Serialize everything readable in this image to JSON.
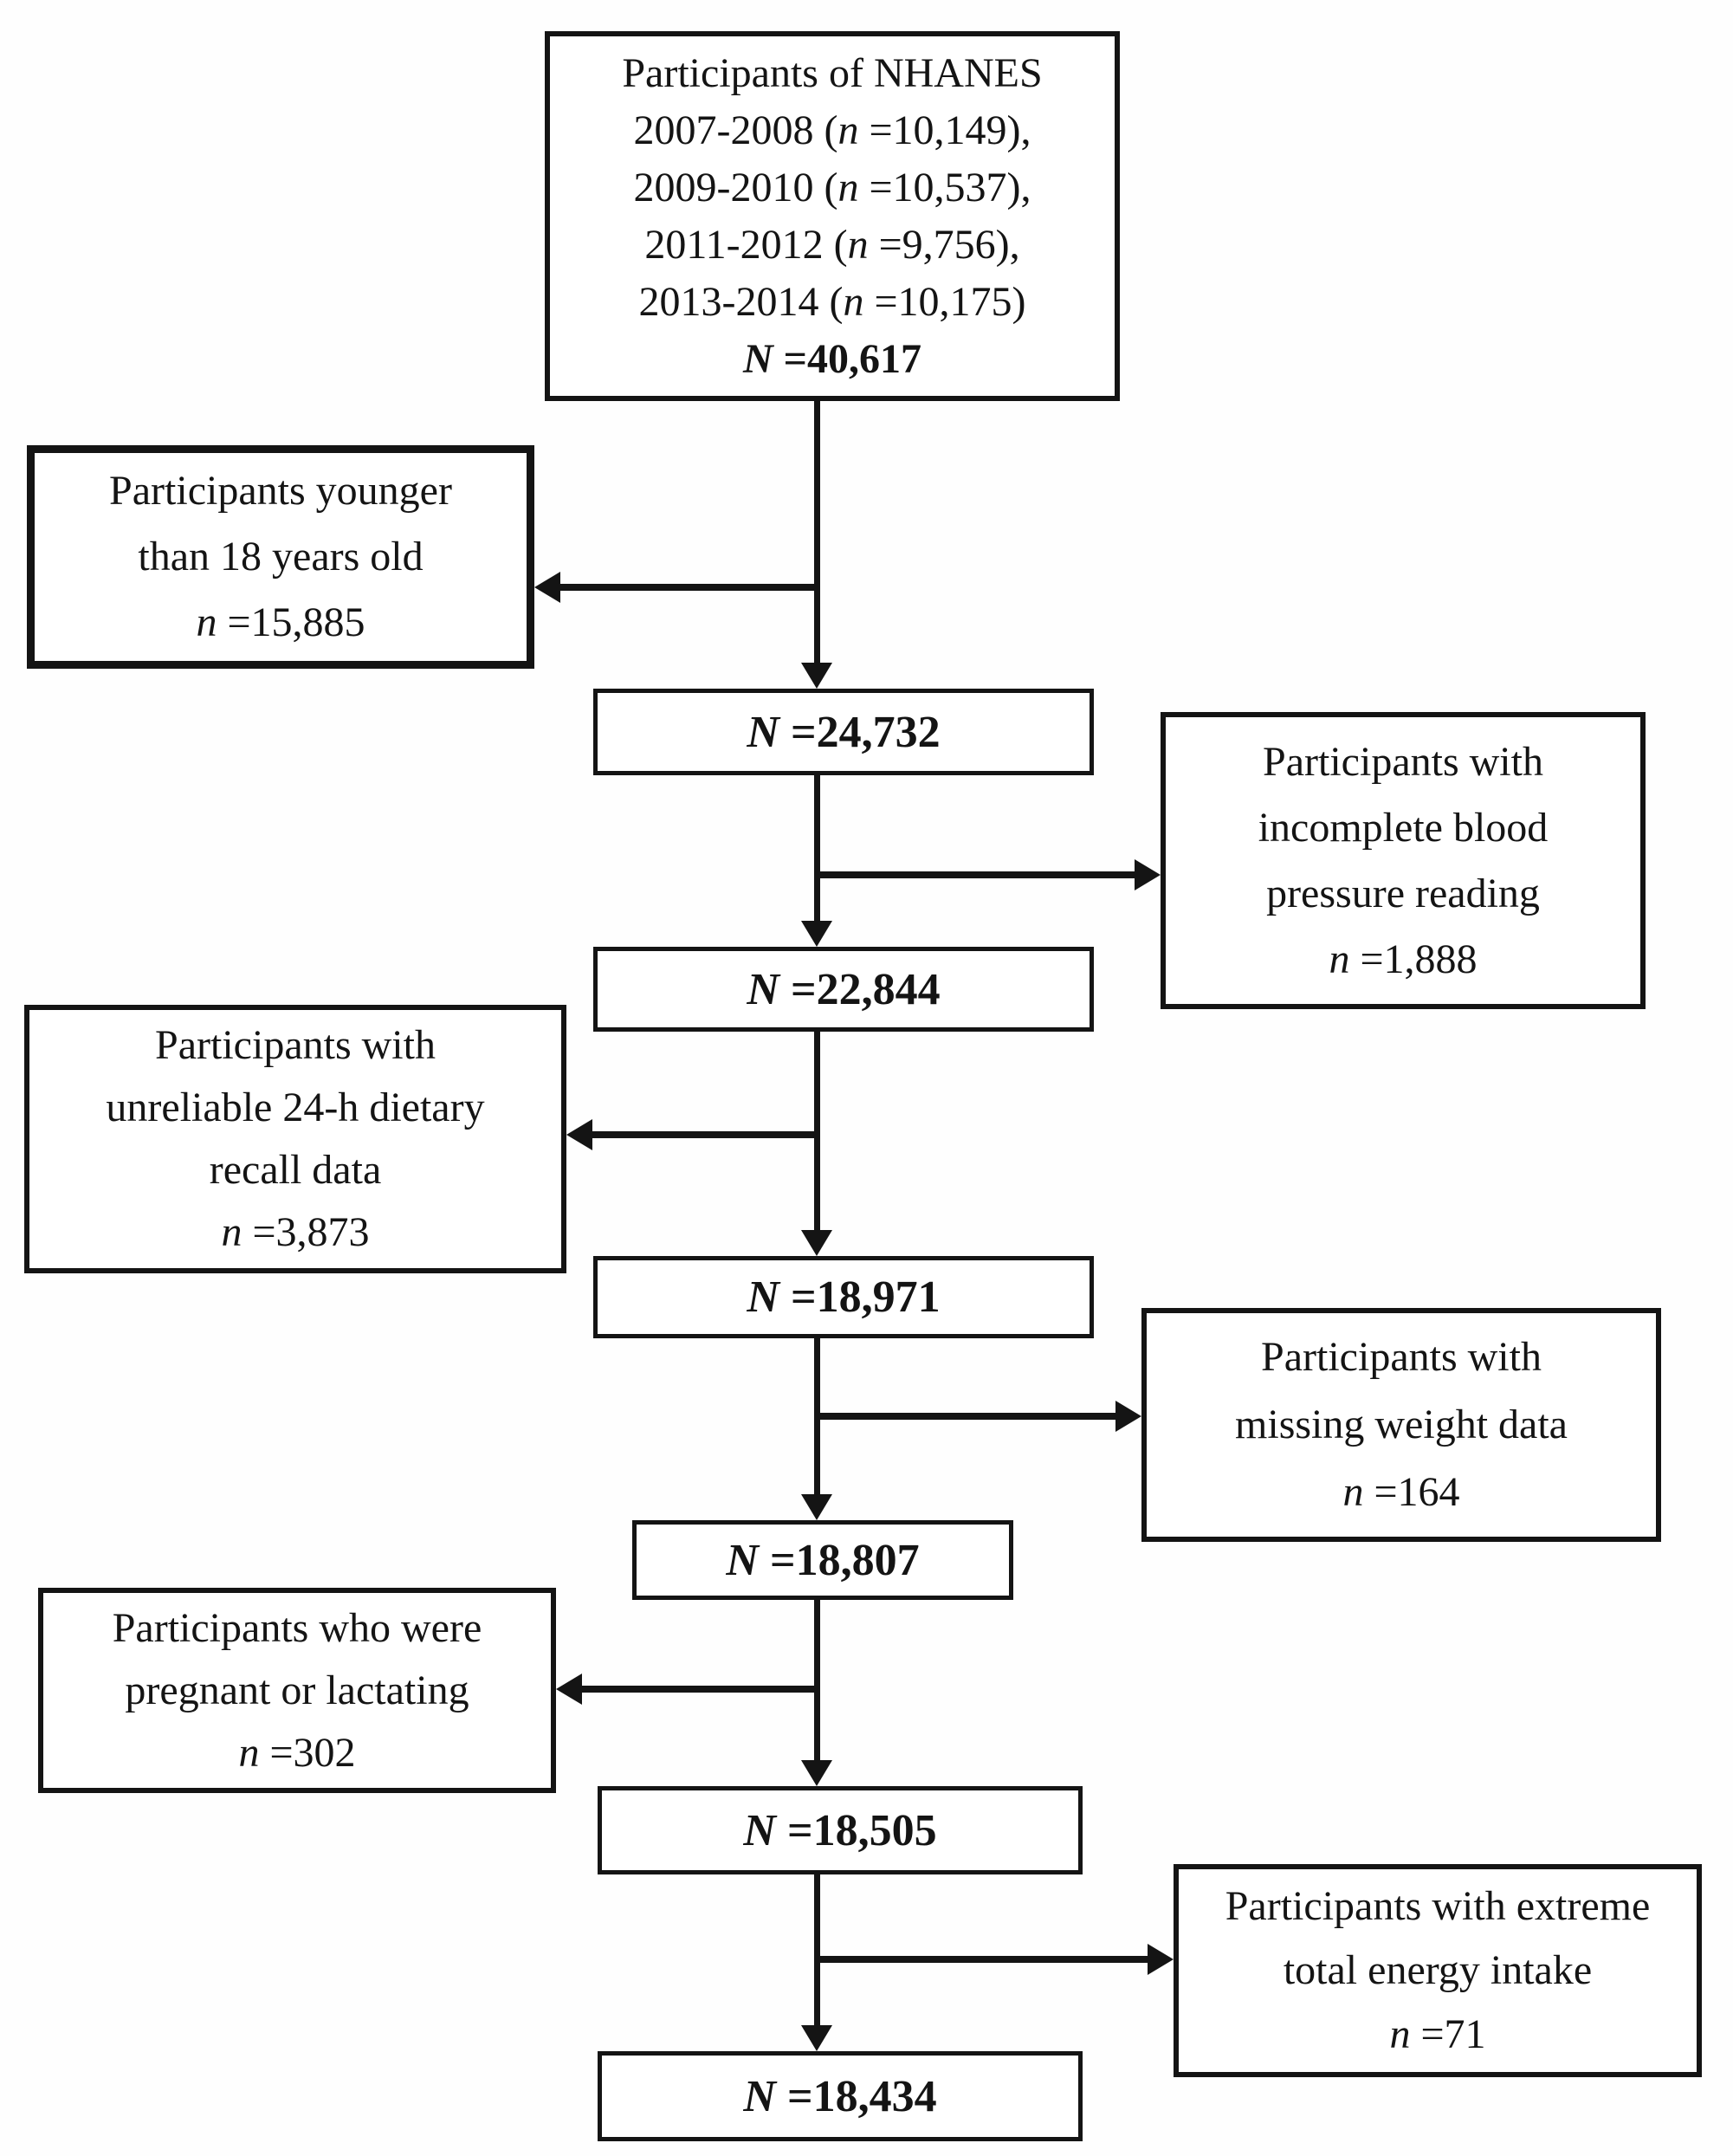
{
  "diagram": {
    "ink": "#141414",
    "background": "#ffffff",
    "start_box": {
      "lines": [
        [
          {
            "t": "Participants of NHANES"
          }
        ],
        [
          {
            "t": "2007-2008 ("
          },
          {
            "t": "n",
            "i": 1
          },
          {
            "t": " =10,149),"
          }
        ],
        [
          {
            "t": "2009-2010 ("
          },
          {
            "t": "n",
            "i": 1
          },
          {
            "t": " =10,537),"
          }
        ],
        [
          {
            "t": "2011-2012 ("
          },
          {
            "t": "n",
            "i": 1
          },
          {
            "t": " =9,756),"
          }
        ],
        [
          {
            "t": "2013-2014 ("
          },
          {
            "t": "n",
            "i": 1
          },
          {
            "t": " =10,175)"
          }
        ],
        [
          {
            "t": "N",
            "i": 1,
            "b": 1
          },
          {
            "t": " =40,617",
            "b": 1
          }
        ]
      ]
    },
    "count_boxes": [
      {
        "lines": [
          [
            {
              "t": "N",
              "i": 1,
              "b": 1
            },
            {
              "t": " =24,732",
              "b": 1
            }
          ]
        ]
      },
      {
        "lines": [
          [
            {
              "t": "N",
              "i": 1,
              "b": 1
            },
            {
              "t": " =22,844",
              "b": 1
            }
          ]
        ]
      },
      {
        "lines": [
          [
            {
              "t": "N",
              "i": 1,
              "b": 1
            },
            {
              "t": " =18,971",
              "b": 1
            }
          ]
        ]
      },
      {
        "lines": [
          [
            {
              "t": "N",
              "i": 1,
              "b": 1
            },
            {
              "t": " =18,807",
              "b": 1
            }
          ]
        ]
      },
      {
        "lines": [
          [
            {
              "t": "N",
              "i": 1,
              "b": 1
            },
            {
              "t": " =18,505",
              "b": 1
            }
          ]
        ]
      },
      {
        "lines": [
          [
            {
              "t": "N",
              "i": 1,
              "b": 1
            },
            {
              "t": " =18,434",
              "b": 1
            }
          ]
        ]
      }
    ],
    "exclusion_boxes": [
      {
        "side": "left",
        "lines": [
          [
            {
              "t": "Participants younger"
            }
          ],
          [
            {
              "t": "than 18 years old"
            }
          ],
          [
            {
              "t": "n",
              "i": 1
            },
            {
              "t": " =15,885"
            }
          ]
        ]
      },
      {
        "side": "right",
        "lines": [
          [
            {
              "t": "Participants with"
            }
          ],
          [
            {
              "t": "incomplete blood"
            }
          ],
          [
            {
              "t": "pressure reading"
            }
          ],
          [
            {
              "t": "n",
              "i": 1
            },
            {
              "t": " =1,888"
            }
          ]
        ]
      },
      {
        "side": "left",
        "lines": [
          [
            {
              "t": "Participants with"
            }
          ],
          [
            {
              "t": "unreliable 24-h dietary"
            }
          ],
          [
            {
              "t": "recall data"
            }
          ],
          [
            {
              "t": "n",
              "i": 1
            },
            {
              "t": " =3,873"
            }
          ]
        ]
      },
      {
        "side": "right",
        "lines": [
          [
            {
              "t": "Participants with"
            }
          ],
          [
            {
              "t": "missing weight data"
            }
          ],
          [
            {
              "t": "n",
              "i": 1
            },
            {
              "t": " =164"
            }
          ]
        ]
      },
      {
        "side": "left",
        "lines": [
          [
            {
              "t": "Participants who were"
            }
          ],
          [
            {
              "t": "pregnant or lactating"
            }
          ],
          [
            {
              "t": "n",
              "i": 1
            },
            {
              "t": " =302"
            }
          ]
        ]
      },
      {
        "side": "right",
        "lines": [
          [
            {
              "t": "Participants with extreme"
            }
          ],
          [
            {
              "t": "total energy intake"
            }
          ],
          [
            {
              "t": "n",
              "i": 1
            },
            {
              "t": " =71"
            }
          ]
        ]
      }
    ]
  }
}
